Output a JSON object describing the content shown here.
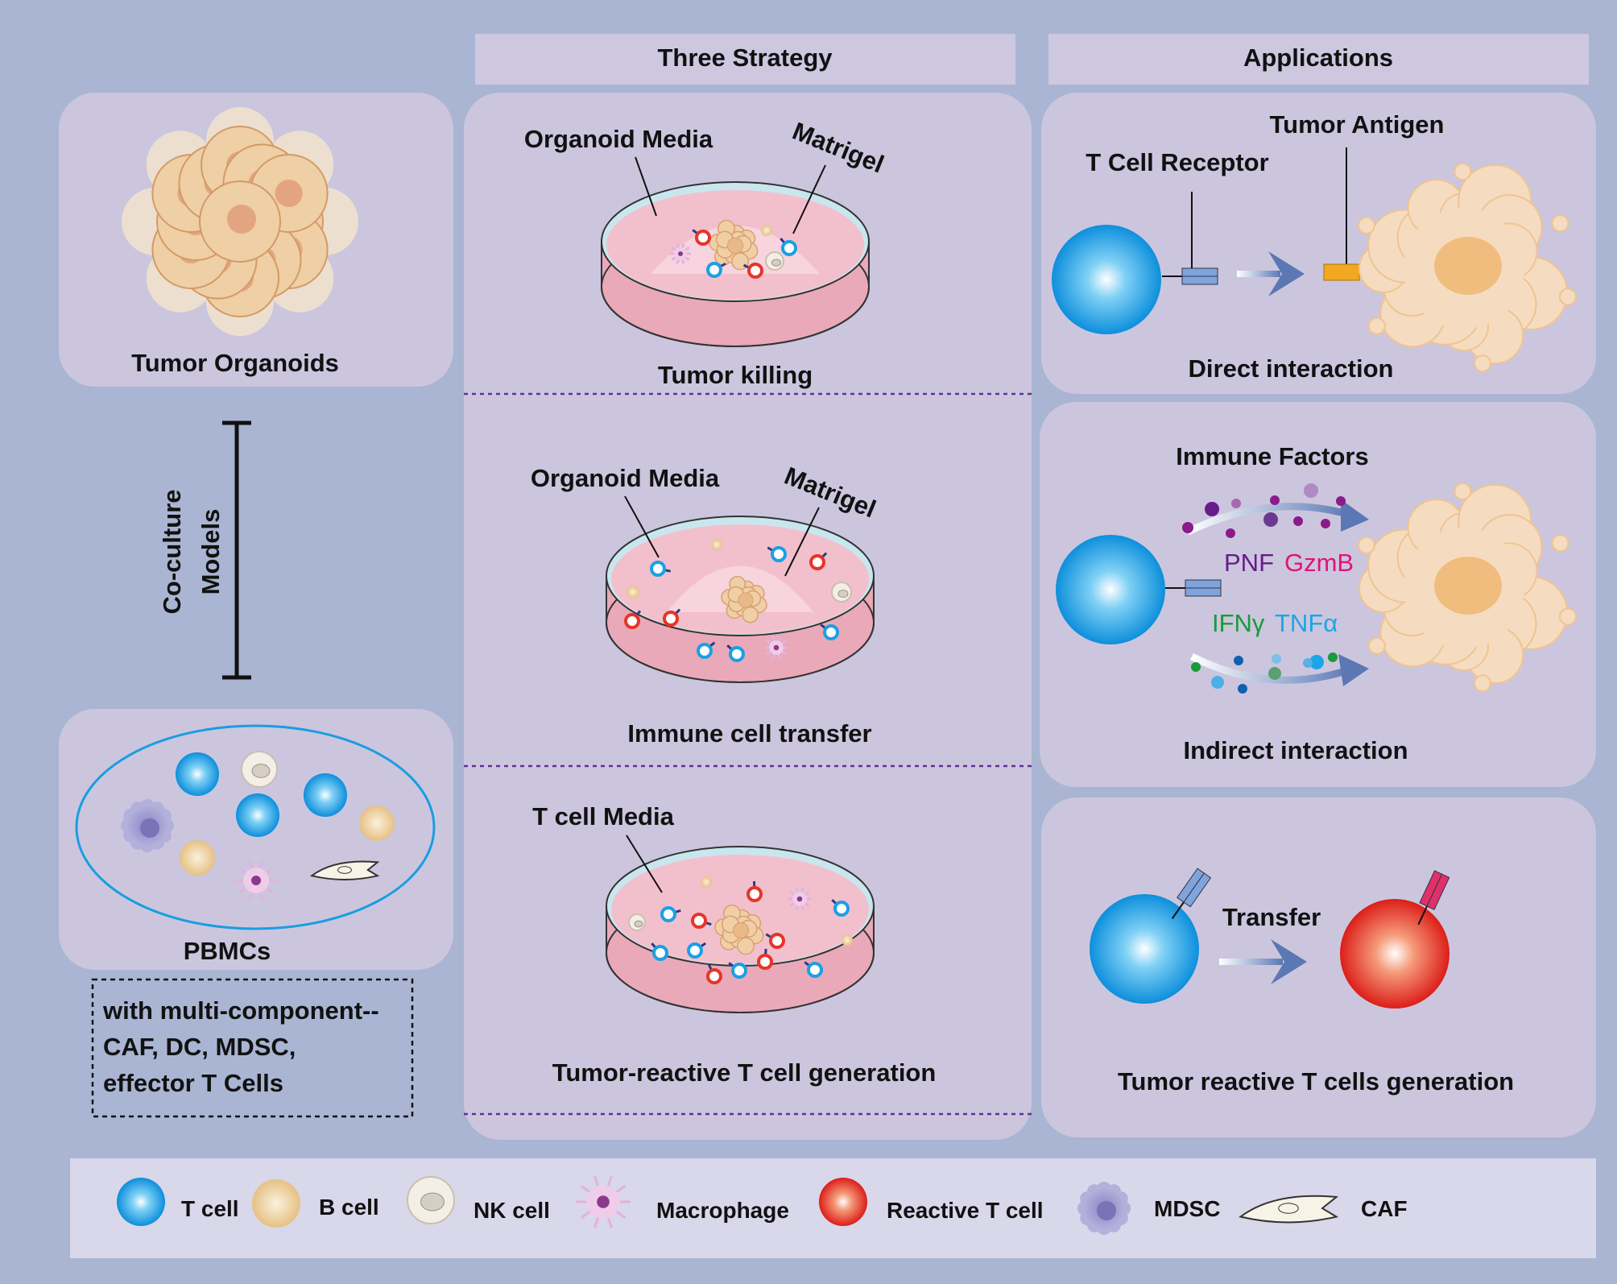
{
  "headers": {
    "strategy": "Three Strategy",
    "applications": "Applications"
  },
  "left": {
    "organoids_label": "Tumor Organoids",
    "coculture_line1": "Co-culture",
    "coculture_line2": "Models",
    "pbmcs_label": "PBMCs",
    "multi_component": [
      "with multi-component--",
      "CAF, DC, MDSC,",
      "effector T Cells"
    ]
  },
  "strategies": [
    {
      "media_label": "Organoid Media",
      "matrigel_label": "Matrigel",
      "title": "Tumor killing"
    },
    {
      "media_label": "Organoid Media",
      "matrigel_label": "Matrigel",
      "title": "Immune cell transfer"
    },
    {
      "media_label": "T cell Media",
      "title": "Tumor-reactive T cell generation"
    }
  ],
  "applications": [
    {
      "receptor_label": "T Cell Receptor",
      "antigen_label": "Tumor Antigen",
      "title": "Direct interaction"
    },
    {
      "factors_label": "Immune Factors",
      "factor_a": "PNF",
      "factor_b": "GzmB",
      "factor_c": "IFNγ",
      "factor_d": "TNFα",
      "title": "Indirect interaction"
    },
    {
      "transfer_label": "Transfer",
      "title": "Tumor reactive T cells generation"
    }
  ],
  "legend": [
    {
      "icon": "t-cell-icon",
      "label": "T cell"
    },
    {
      "icon": "b-cell-icon",
      "label": "B cell"
    },
    {
      "icon": "nk-cell-icon",
      "label": "NK cell"
    },
    {
      "icon": "macrophage-icon",
      "label": "Macrophage"
    },
    {
      "icon": "reactive-t-cell-icon",
      "label": "Reactive T cell"
    },
    {
      "icon": "mdsc-icon",
      "label": "MDSC"
    },
    {
      "icon": "caf-icon",
      "label": "CAF"
    }
  ],
  "colors": {
    "background": "#a9b5d2",
    "panel": "#cbc6de",
    "t_cell": "#1aa0e6",
    "reactive_t_cell": "#e02a1e",
    "b_cell": "#e9c98a",
    "dish": "#f2c0cc",
    "pnf": "#6a1b8a",
    "gzmb": "#e0137a",
    "ifng": "#1a9a3a",
    "tnfa": "#1aa6e6"
  }
}
